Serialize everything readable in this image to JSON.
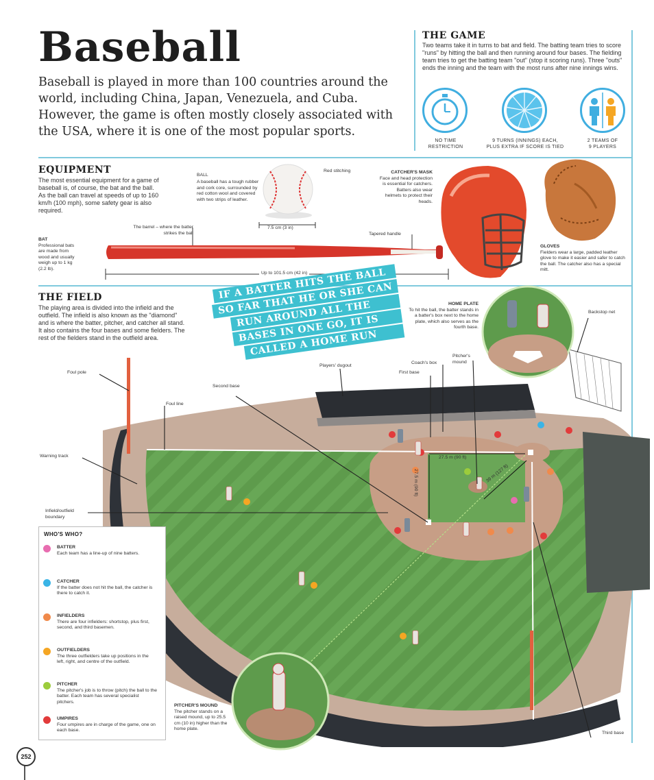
{
  "page": {
    "title": "Baseball",
    "intro": "Baseball is played in more than 100 countries around the world, including China, Japan, Venezuela, and Cuba. However, the game is often mostly closely associated with the USA, where it is one of the most popular sports.",
    "page_number": "252"
  },
  "the_game": {
    "heading": "THE GAME",
    "text": "Two teams take it in turns to bat and field. The batting team tries to score \"runs\" by hitting the ball and then running around four bases. The fielding team tries to get the batting team \"out\" (stop it scoring runs). Three \"outs\" ends the inning and the team with the most runs after nine innings wins.",
    "icons": [
      {
        "icon": "stopwatch-icon",
        "line1": "NO TIME",
        "line2": "RESTRICTION"
      },
      {
        "icon": "innings-pie-icon",
        "line1": "9 TURNS (INNINGS) EACH,",
        "line2": "PLUS EXTRA IF SCORE IS TIED"
      },
      {
        "icon": "players-icon",
        "line1": "2 TEAMS OF",
        "line2": "9 PLAYERS"
      }
    ]
  },
  "equipment": {
    "heading": "EQUIPMENT",
    "text": "The most essential equipment for a game of baseball is, of course, the bat and the ball. As the ball can travel at speeds of up to 160 km/h (100 mph), some safety gear is also required.",
    "ball_title": "BALL",
    "ball_text": "A baseball has a tough rubber and cork core, surrounded by red cotton wool and covered with two strips of leather.",
    "red_stitching": "Red stitching",
    "ball_size": "7.5 cm (3 in)",
    "mask_title": "CATCHER'S MASK",
    "mask_text": "Face and head protection is essential for catchers. Batters also wear helmets to protect their heads.",
    "barrel_label": "The barrel – where the batter strikes the ball",
    "handle_label": "Tapered handle",
    "bat_title": "BAT",
    "bat_text": "Professional bats are made from wood and usually weigh up to 1 kg (2.2 lb).",
    "bat_length": "Up to 101.5 cm (42 in)",
    "gloves_title": "GLOVES",
    "gloves_text": "Fielders wear a large, padded leather glove to make it easier and safer to catch the ball. The catcher also has a special mitt."
  },
  "field": {
    "heading": "THE FIELD",
    "text": "The playing area is divided into the infield and the outfield. The infield is also known as the \"diamond\" and is where the batter, pitcher, and catcher all stand. It also contains the four bases and some fielders. The rest of the fielders stand in the outfield area.",
    "banner_lines": [
      "IF A BATTER HITS THE BALL",
      "SO FAR THAT HE OR SHE CAN",
      "RUN AROUND ALL THE",
      "BASES IN ONE GO, IT IS",
      "CALLED A HOME RUN"
    ],
    "home_plate_title": "HOME PLATE",
    "home_plate_text": "To hit the ball, the batter stands in a batter's box next to the home plate, which also serves as the fourth base.",
    "labels": {
      "backstop": "Backstop net",
      "players_dugout": "Players' dugout",
      "coachs_box": "Coach's box",
      "pitchers_mound": "Pitcher's mound",
      "first_base": "First base",
      "second_base": "Second base",
      "foul_pole": "Foul pole",
      "foul_line": "Foul line",
      "warning_track": "Warning track",
      "boundary": "Infield/outfield boundary",
      "third_base": "Third base",
      "dist_base": "27.5 m (90 ft)",
      "dist_base_v": "27.5 m (90 ft)",
      "dist_diag": "39 m (127 ft)"
    },
    "mound_title": "PITCHER'S MOUND",
    "mound_text": "The pitcher stands on a raised mound, up to 25.5 cm (10 in) higher than the home plate."
  },
  "whos_who": {
    "heading": "WHO'S WHO?",
    "items": [
      {
        "color": "#e86db0",
        "title": "BATTER",
        "text": "Each team has a line-up of nine batters."
      },
      {
        "color": "#3ab4e6",
        "title": "CATCHER",
        "text": "If the batter does not hit the ball, the catcher is there to catch it."
      },
      {
        "color": "#f08a4b",
        "title": "INFIELDERS",
        "text": "There are four infielders: shortstop, plus first, second, and third basemen."
      },
      {
        "color": "#f5a623",
        "title": "OUTFIELDERS",
        "text": "The three outfielders take up positions in the left, right, and centre of the outfield."
      },
      {
        "color": "#9ccc3c",
        "title": "PITCHER",
        "text": "The pitcher's job is to throw (pitch) the ball to the batter. Each team has several specialist pitchers."
      },
      {
        "color": "#e23b3b",
        "title": "UMPIRES",
        "text": "Four umpires are in charge of the game, one on each base."
      }
    ]
  },
  "colors": {
    "accent": "#7fc9dd",
    "grass": "#5e9b4c",
    "dirt": "#c79e86",
    "wall": "#2e3238"
  }
}
